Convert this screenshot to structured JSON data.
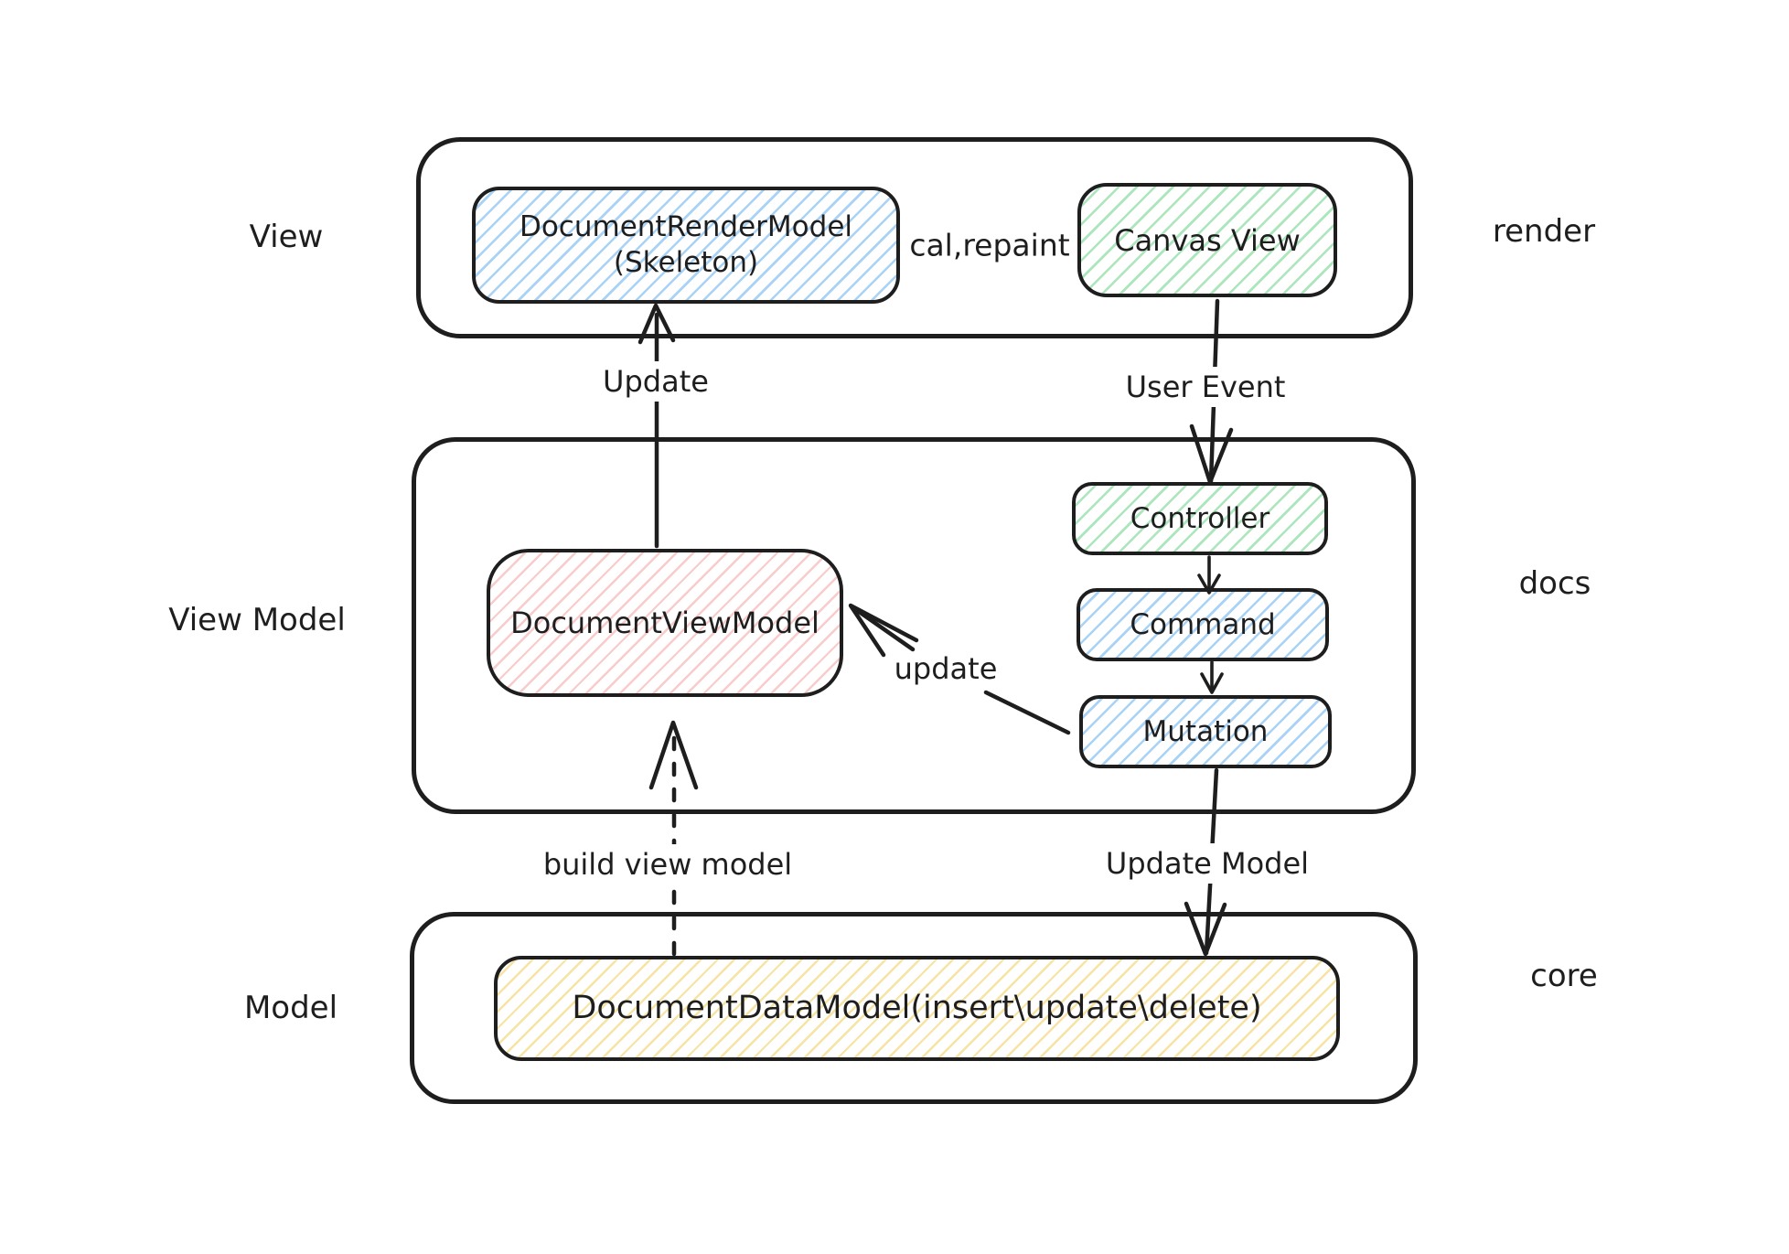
{
  "layers": {
    "view": {
      "label": "View",
      "side_label": "render"
    },
    "view_model": {
      "label": "View Model",
      "side_label": "docs"
    },
    "model": {
      "label": "Model",
      "side_label": "core"
    }
  },
  "nodes": {
    "document_render_model": {
      "line1": "DocumentRenderModel",
      "line2": "(Skeleton)",
      "color": "#6eb4f0"
    },
    "canvas_view": {
      "label": "Canvas View",
      "color": "#78d692"
    },
    "document_view_model": {
      "label": "DocumentViewModel",
      "color": "#f4a0a0"
    },
    "controller": {
      "label": "Controller",
      "color": "#78d692"
    },
    "command": {
      "label": "Command",
      "color": "#6eb4f0"
    },
    "mutation": {
      "label": "Mutation",
      "color": "#6eb4f0"
    },
    "document_data_model": {
      "label": "DocumentDataModel(insert\\update\\delete)",
      "color": "#f0cd5a"
    }
  },
  "edges": {
    "cal_repaint": "cal,repaint",
    "update": "Update",
    "user_event": "User Event",
    "mutation_update": "update",
    "build_view_model": "build view model",
    "update_model": "Update Model"
  },
  "colors": {
    "stroke": "#1e1e1e",
    "background": "#ffffff"
  }
}
